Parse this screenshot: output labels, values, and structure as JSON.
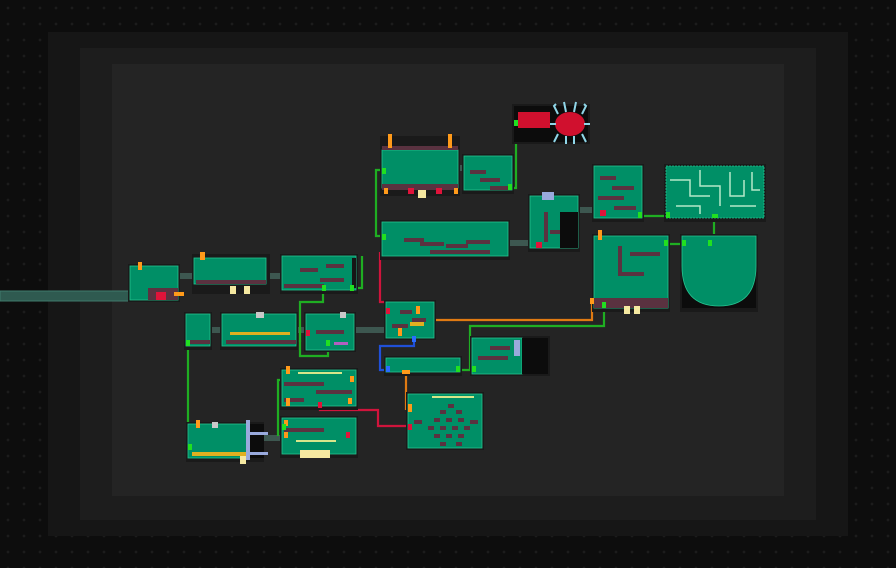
{
  "screen": "world-map",
  "colors": {
    "background": "#0d0d0d",
    "room": "#008f66",
    "room_outline": "#25c28f",
    "corridor": "#2f5a50",
    "link_green": "#1fae22",
    "link_red": "#d0143c",
    "link_orange": "#e07a12",
    "link_blue": "#2050d8",
    "door_orange": "#ff9a1a",
    "door_green": "#21e021",
    "door_red": "#e0133a",
    "door_blue": "#2a6cff",
    "boss_red": "#d0102e",
    "pickup_yellow": "#f5e8a0"
  },
  "icons": {
    "boss": "crab-boss-icon",
    "pickup": "item-pickup-icon",
    "door": "door-marker-icon"
  },
  "rooms": [
    "entry-room",
    "west-hall",
    "west-gallery",
    "west-junction",
    "lower-west-room",
    "lower-west-hall",
    "lower-center-room",
    "cross-hub",
    "south-corridor",
    "east-shaft",
    "upper-hall",
    "upper-east-room",
    "long-gallery",
    "boss-chamber",
    "north-tower",
    "maze-room",
    "basin-room",
    "east-vault",
    "southwest-room",
    "middle-south-room",
    "south-lower-room",
    "treasure-room"
  ]
}
